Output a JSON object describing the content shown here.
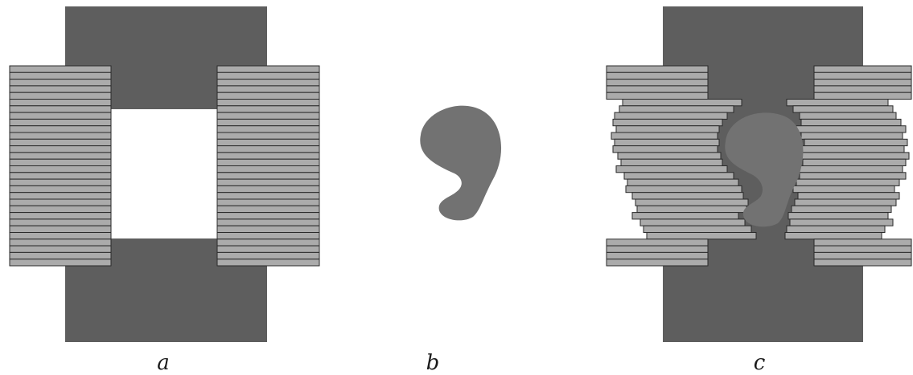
{
  "panels": [
    {
      "id": "a",
      "caption": "a"
    },
    {
      "id": "b",
      "caption": "b"
    },
    {
      "id": "c",
      "caption": "c"
    }
  ],
  "colors": {
    "core": "#5e5e5e",
    "plate_fill": "#ababab",
    "plate_stroke": "#2a2a2a",
    "object": "#727272",
    "background": "#ffffff"
  }
}
